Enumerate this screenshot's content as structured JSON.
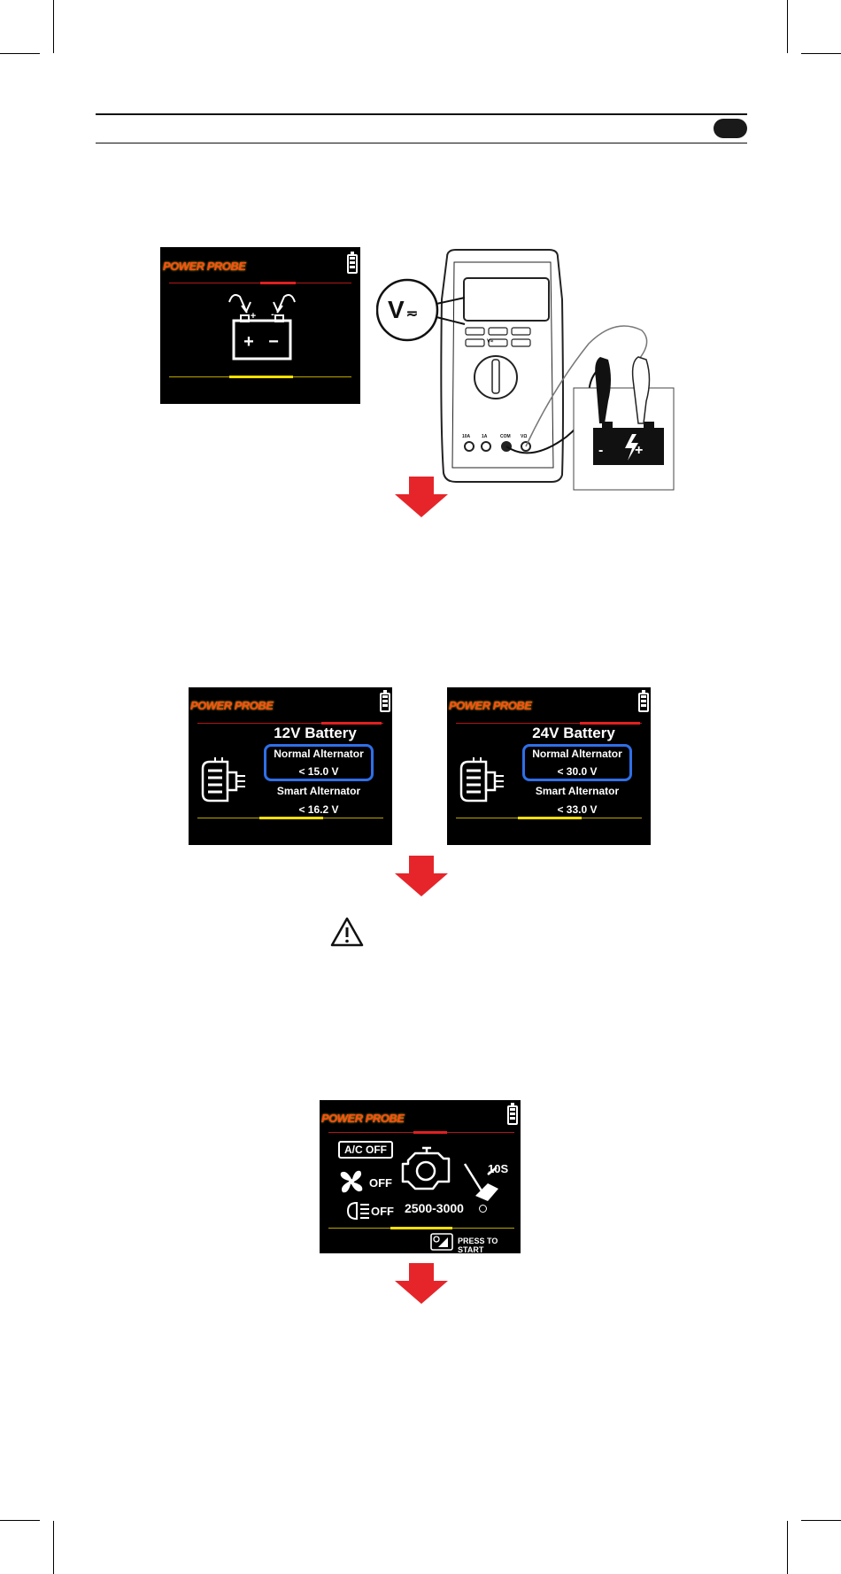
{
  "battery_screen": {
    "plus_small": "+",
    "minus_small": "-",
    "plus": "+",
    "minus": "−"
  },
  "multimeter": {
    "v_badge": "V",
    "jacks": [
      "10A",
      "1A",
      "COM",
      "VΩ"
    ],
    "dial_label": "V≈",
    "battery_neg": "-",
    "battery_pos": "+"
  },
  "alternator_screens": [
    {
      "title": "12V Battery",
      "normal_label": "Normal Alternator",
      "normal_value": "< 15.0 V",
      "smart_label": "Smart Alternator",
      "smart_value": "< 16.2 V"
    },
    {
      "title": "24V Battery",
      "normal_label": "Normal Alternator",
      "normal_value": "< 30.0 V",
      "smart_label": "Smart Alternator",
      "smart_value": "< 33.0 V"
    }
  ],
  "engine_screen": {
    "ac": "A/C OFF",
    "fan": "OFF",
    "lights": "OFF",
    "time": "10S",
    "rpm": "2500-3000",
    "press": "PRESS TO START"
  },
  "colors": {
    "arrow_red": "#e6252a",
    "highlight_blue": "#2f6fe8",
    "accent_yellow": "#ffe000"
  }
}
